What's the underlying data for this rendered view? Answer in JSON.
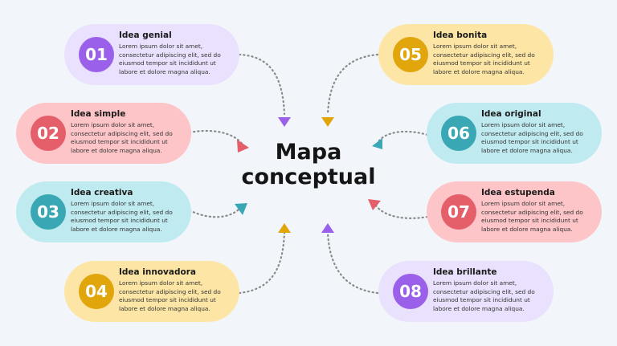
{
  "center_title": {
    "line1": "Mapa",
    "line2": "conceptual"
  },
  "colors": {
    "purple": {
      "bg": "#e9e1fd",
      "accent": "#9b60ea"
    },
    "pink": {
      "bg": "#fdc5c8",
      "accent": "#e45f6a"
    },
    "cyan": {
      "bg": "#bfeaf0",
      "accent": "#3aa8b4"
    },
    "yellow": {
      "bg": "#fde6a5",
      "accent": "#e1a60c"
    }
  },
  "nodes": [
    {
      "number": "01",
      "title": "Idea genial",
      "text": "Lorem ipsum dolor sit amet, consectetur adipiscing elit, sed do eiusmod tempor sit incididunt ut labore et dolore magna aliqua.",
      "color": "purple"
    },
    {
      "number": "02",
      "title": "Idea simple",
      "text": "Lorem ipsum dolor sit amet, consectetur adipiscing elit, sed do eiusmod tempor sit incididunt ut labore et dolore magna aliqua.",
      "color": "pink"
    },
    {
      "number": "03",
      "title": "Idea creativa",
      "text": "Lorem ipsum dolor sit amet, consectetur adipiscing elit, sed do eiusmod tempor sit incididunt ut labore et dolore magna aliqua.",
      "color": "cyan"
    },
    {
      "number": "04",
      "title": "Idea innovadora",
      "text": "Lorem ipsum dolor sit amet, consectetur adipiscing elit, sed do eiusmod tempor sit incididunt ut labore et dolore magna aliqua.",
      "color": "yellow"
    },
    {
      "number": "05",
      "title": "Idea bonita",
      "text": "Lorem ipsum dolor sit amet, consectetur adipiscing elit, sed do eiusmod tempor sit incididunt ut labore et dolore magna aliqua.",
      "color": "yellow"
    },
    {
      "number": "06",
      "title": "Idea original",
      "text": "Lorem ipsum dolor sit amet, consectetur adipiscing elit, sed do eiusmod tempor sit incididunt ut labore et dolore magna aliqua.",
      "color": "cyan"
    },
    {
      "number": "07",
      "title": "Idea estupenda",
      "text": "Lorem ipsum dolor sit amet, consectetur adipiscing elit, sed do eiusmod tempor sit incididunt ut labore et dolore magna aliqua.",
      "color": "pink"
    },
    {
      "number": "08",
      "title": "Idea brillante",
      "text": "Lorem ipsum dolor sit amet, consectetur adipiscing elit, sed do eiusmod tempor sit incididunt ut labore et dolore magna aliqua.",
      "color": "purple"
    }
  ]
}
